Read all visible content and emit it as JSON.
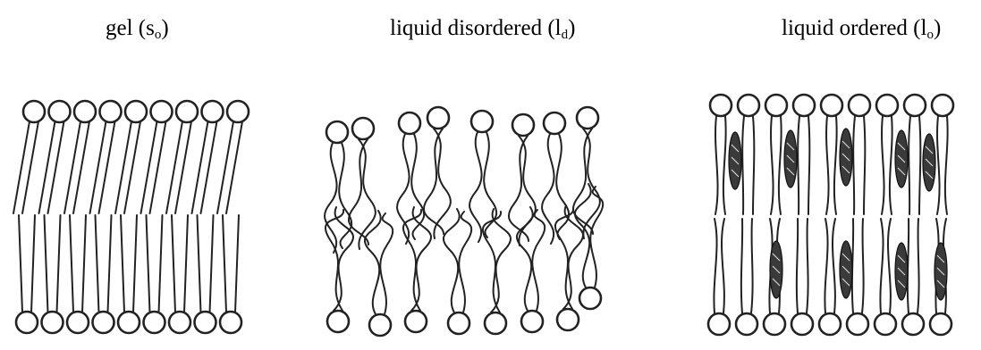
{
  "panels": {
    "gel": {
      "label_main": "gel (s",
      "label_sub": "o",
      "label_end": ")"
    },
    "ld": {
      "label_main": "liquid disordered (l",
      "label_sub": "d",
      "label_end": ")"
    },
    "lo": {
      "label_main": "liquid ordered (l",
      "label_sub": "o",
      "label_end": ")"
    }
  },
  "colors": {
    "ink": "#222222",
    "cholesterol": "#3a3a3a",
    "background": "#ffffff"
  }
}
